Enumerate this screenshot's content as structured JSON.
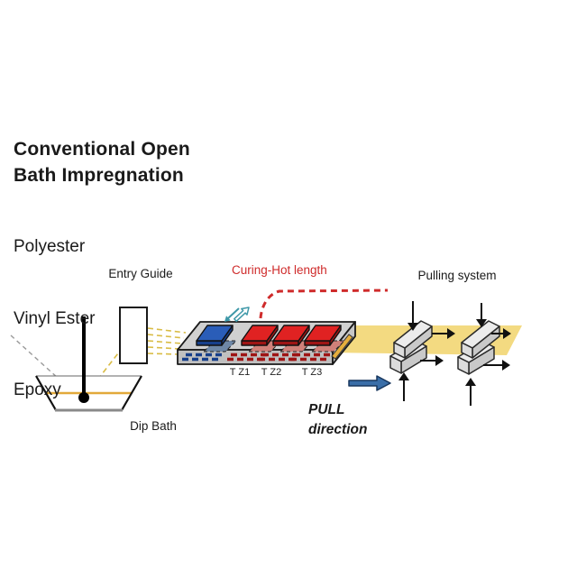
{
  "title": {
    "line1": "Conventional Open",
    "line2": "Bath Impregnation"
  },
  "materials": [
    "Polyester",
    "Vinyl Ester",
    "Epoxy"
  ],
  "labels": {
    "entry_guide": "Entry Guide",
    "curing": "Curing-Hot length",
    "pulling_system": "Pulling system",
    "dip_bath": "Dip Bath",
    "pull_line1": "PULL",
    "pull_line2": "direction",
    "tz1": "T Z1",
    "tz2": "T Z2",
    "tz3": "T Z3"
  },
  "colors": {
    "outline": "#1a1a1a",
    "curing-red": "#cf2b2b",
    "heater-red": "#e02222",
    "heater-red-dark": "#9e1515",
    "heater-red-muted": "#d08079",
    "heater-blue": "#2a5db8",
    "heater-blue-dark": "#173f8a",
    "heater-blue-muted": "#6e87a6",
    "die-top": "#d0d0d0",
    "die-front": "#c0c0c0",
    "die-end": "#c6c6c6",
    "exit-stripe": "#e5ae3d",
    "resin-yellow": "#f3d87c",
    "resin-line": "#e2a93a",
    "fiber-dash": "#d9bc45",
    "pull-arrow": "#3a6ea8",
    "pull-arrow-border": "#17365d",
    "teal-arrow": "#3e98a8",
    "gripper-top": "#ececec",
    "gripper-side": "#dcdcdc",
    "gripper-front": "#c9c9c9",
    "background": "#ffffff"
  }
}
